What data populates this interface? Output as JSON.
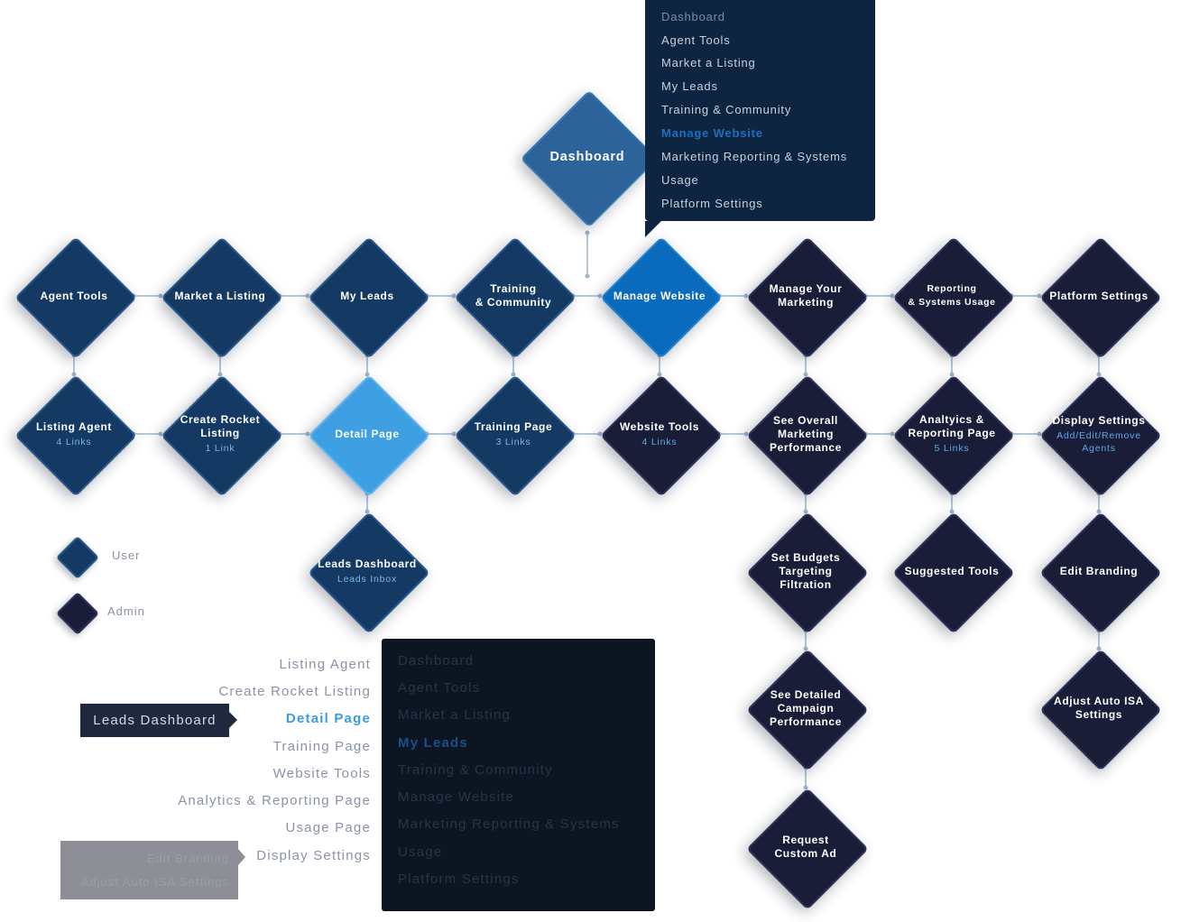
{
  "colors": {
    "user": "#143a64",
    "admin": "#1a1d38",
    "active": "#0a6bbd",
    "detail": "#3f9fe3",
    "connector": "#9eb3cc",
    "menu_highlight": "#1e6fc0",
    "detail_highlight": "#3a9be0"
  },
  "nodes": {
    "dashboard": {
      "label": "Dashboard"
    },
    "agent_tools": {
      "label": "Agent Tools"
    },
    "market_listing": {
      "label": "Market a Listing"
    },
    "my_leads": {
      "label": "My Leads"
    },
    "training_community": {
      "label": "Training\n& Community"
    },
    "manage_website": {
      "label": "Manage Website"
    },
    "manage_marketing": {
      "label": "Manage Your\nMarketing"
    },
    "reporting_usage": {
      "label": "Reporting\n& Systems Usage"
    },
    "platform_settings": {
      "label": "Platform Settings"
    },
    "listing_agent": {
      "label": "Listing Agent",
      "sub": "4 Links"
    },
    "create_rocket": {
      "label": "Create Rocket\nListing",
      "sub": "1 Link"
    },
    "detail_page": {
      "label": "Detail Page"
    },
    "training_page": {
      "label": "Training Page",
      "sub": "3 Links"
    },
    "website_tools": {
      "label": "Website Tools",
      "sub": "4 Links"
    },
    "overall_performance": {
      "label": "See Overall\nMarketing\nPerformance"
    },
    "analytics_reporting": {
      "label": "Analtyics &\nReporting Page",
      "sub": "5 Links"
    },
    "display_settings": {
      "label": "Display Settings",
      "sub": "Add/Edit/Remove\nAgents"
    },
    "leads_dashboard": {
      "label": "Leads Dashboard",
      "sub": "Leads Inbox"
    },
    "set_budgets": {
      "label": "Set Budgets\nTargeting\nFiltration"
    },
    "suggested_tools": {
      "label": "Suggested Tools"
    },
    "edit_branding": {
      "label": "Edit Branding"
    },
    "detailed_campaign": {
      "label": "See Detailed\nCampaign\nPerformance"
    },
    "adjust_isa": {
      "label": "Adjust Auto ISA\nSettings"
    },
    "request_ad": {
      "label": "Request\nCustom Ad"
    }
  },
  "top_menu": {
    "items": [
      "Dashboard",
      "Agent Tools",
      "Market a Listing",
      "My Leads",
      "Training & Community",
      "Manage Website",
      "Marketing Reporting & Systems",
      "Usage",
      "Platform Settings"
    ],
    "active_index": 5
  },
  "bottom_menu": {
    "items": [
      "Dashboard",
      "Agent Tools",
      "Market a Listing",
      "My Leads",
      "Training & Community",
      "Manage Website",
      "Marketing Reporting & Systems",
      "Usage",
      "Platform Settings"
    ],
    "active_index": 3
  },
  "side_list": {
    "items": [
      "Listing Agent",
      "Create Rocket Listing",
      "Detail Page",
      "Training Page",
      "Website Tools",
      "Analytics & Reporting  Page",
      "Usage Page",
      "Display Settings"
    ],
    "active_index": 2
  },
  "leads_box": {
    "label": "Leads Dashboard"
  },
  "settings_box": {
    "items": [
      "Edit Branding",
      "Adjust Auto ISA Settings"
    ]
  },
  "legend": {
    "user": "User",
    "admin": "Admin"
  }
}
